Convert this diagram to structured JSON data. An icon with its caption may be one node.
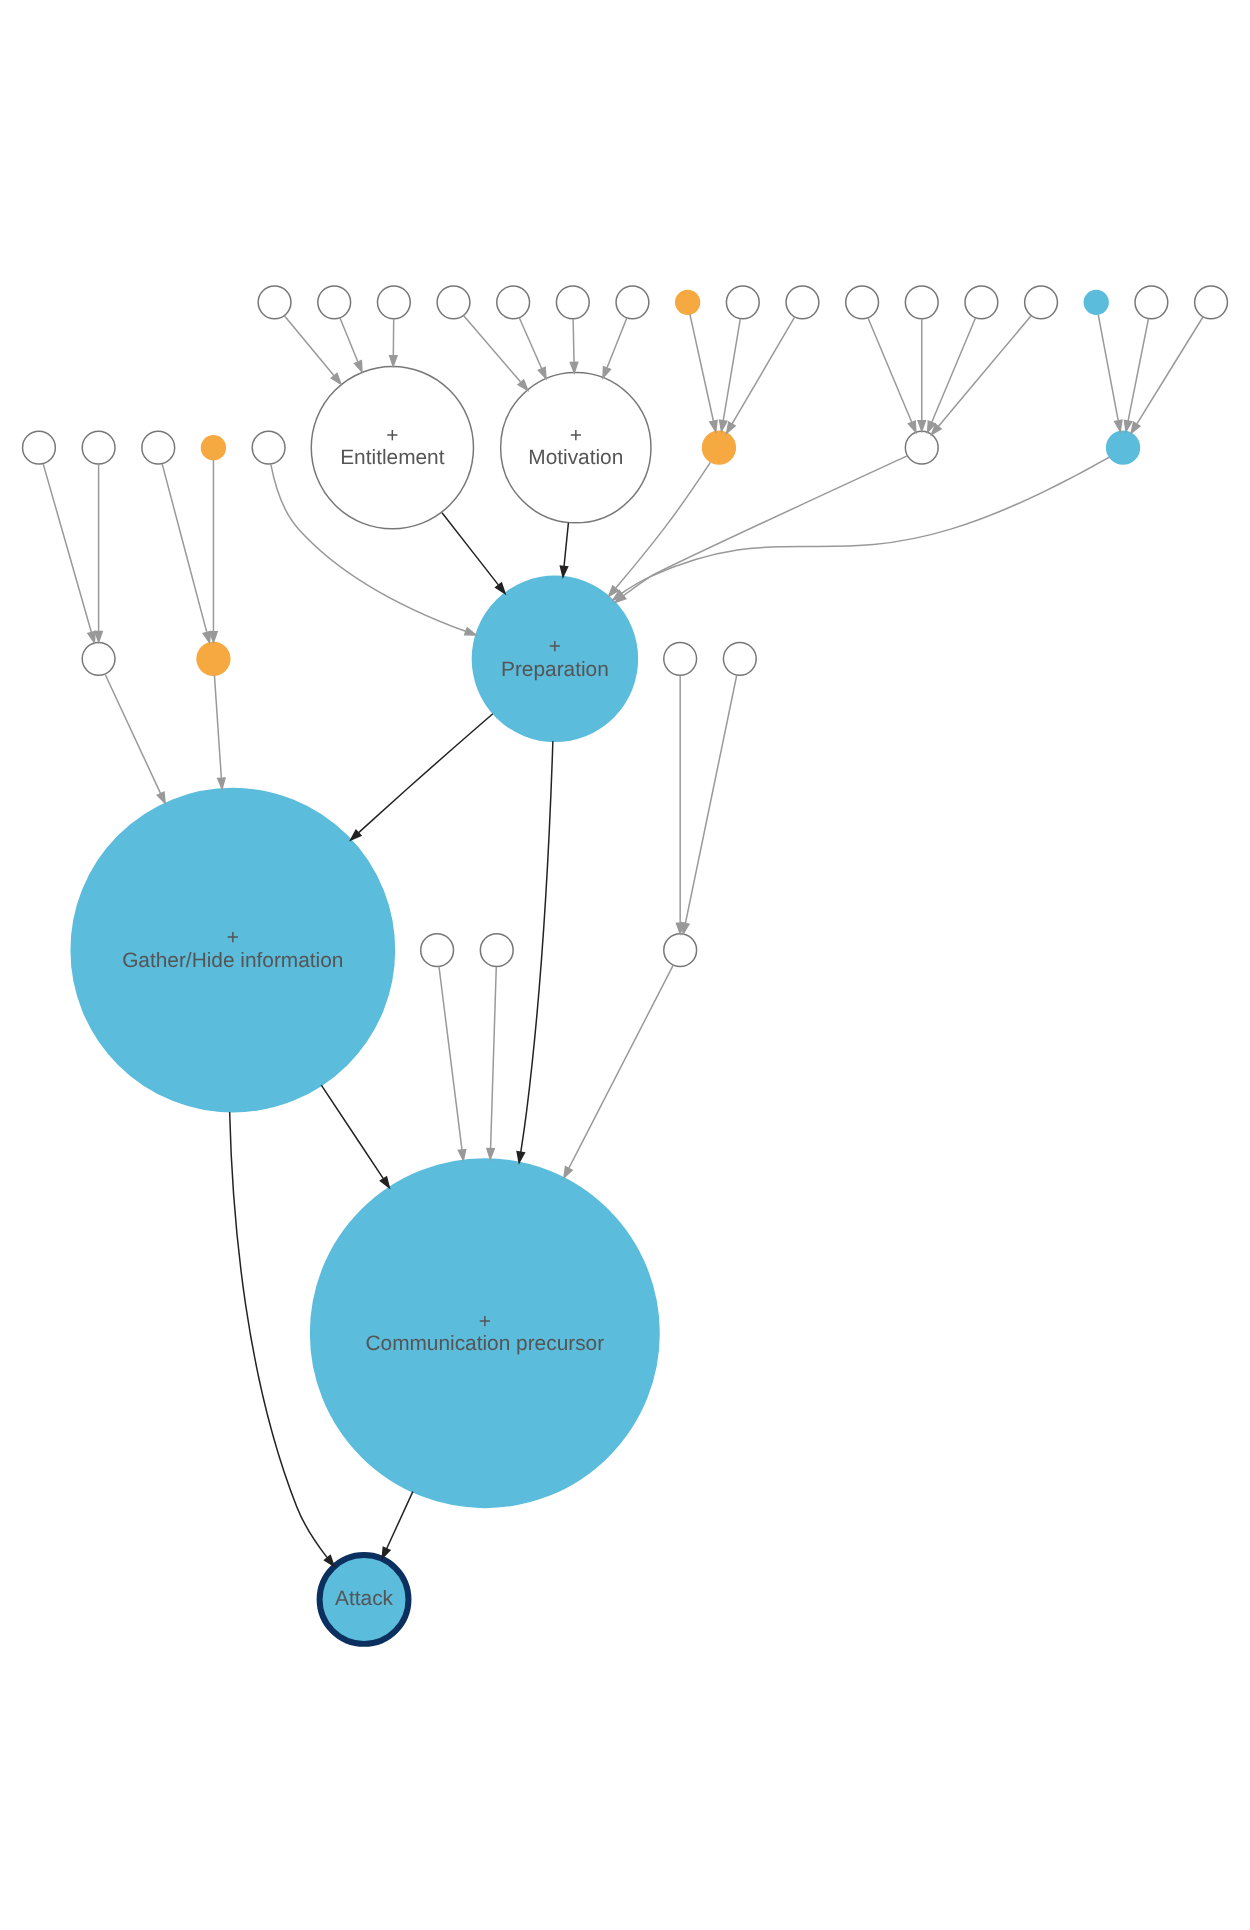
{
  "diagram": {
    "nodes": [
      {
        "text": [
          "+",
          "Entitlement"
        ]
      },
      {
        "text": [
          "+",
          "Motivation"
        ]
      },
      {
        "text": [
          "+",
          "Preparation"
        ]
      },
      {
        "text": [
          "+",
          "Communication precursor"
        ]
      },
      {
        "text": [
          "+",
          "Gather/Hide information"
        ]
      },
      {
        "text": [
          "Attack"
        ]
      },
      {
        "text": [],
        "shape": "circle"
      },
      {
        "text": [],
        "shape": "circle"
      },
      {
        "text": [],
        "shape": "circle"
      },
      {
        "text": [],
        "shape": "circle"
      },
      {
        "text": [],
        "shape": "circle"
      },
      {
        "text": [],
        "shape": "circle"
      },
      {
        "text": [],
        "shape": "circle"
      },
      {
        "text": [],
        "shape": "circle"
      },
      {
        "text": [],
        "shape": "circle"
      },
      {
        "text": [],
        "shape": "circle"
      },
      {
        "text": [],
        "shape": "circle"
      },
      {
        "text": [],
        "shape": "circle"
      },
      {
        "text": [],
        "shape": "circle"
      },
      {
        "text": [],
        "shape": "circle"
      },
      {
        "text": [],
        "shape": "circle"
      },
      {
        "text": [],
        "shape": "circle"
      },
      {
        "text": [],
        "shape": "circle"
      },
      {
        "text": [],
        "shape": "circle"
      },
      {
        "text": [],
        "shape": "circle"
      },
      {
        "text": [],
        "shape": "circle"
      },
      {
        "text": [],
        "shape": "circle"
      },
      {
        "text": [],
        "shape": "circle"
      },
      {
        "text": [],
        "shape": "circle"
      },
      {
        "text": [],
        "shape": "circle"
      },
      {
        "text": [],
        "shape": "circle"
      },
      {
        "text": [],
        "shape": "circle"
      },
      {
        "text": [],
        "shape": "circle"
      },
      {
        "text": [],
        "shape": "circle"
      },
      {
        "text": [],
        "shape": "circle"
      },
      {
        "text": [],
        "shape": "circle"
      },
      {
        "text": [],
        "shape": "circle"
      },
      {
        "text": [],
        "shape": "circle"
      }
    ],
    "edges": [
      {
        "from": 6,
        "to": 0,
        "arrow": "to"
      },
      {
        "from": 7,
        "to": 0,
        "arrow": "to"
      },
      {
        "from": 8,
        "to": 0,
        "arrow": "to"
      },
      {
        "from": 9,
        "to": 1,
        "arrow": "to"
      },
      {
        "from": 10,
        "to": 1,
        "arrow": "to"
      },
      {
        "from": 11,
        "to": 1,
        "arrow": "to"
      },
      {
        "from": 12,
        "to": 1,
        "arrow": "to"
      },
      {
        "from": 0,
        "to": 2,
        "arrow": "to",
        "color": "#222222"
      },
      {
        "from": 1,
        "to": 2,
        "arrow": "to",
        "color": "#222222"
      },
      {
        "from": 14,
        "to": 13,
        "arrow": "to"
      },
      {
        "from": 15,
        "to": 13,
        "arrow": "to"
      },
      {
        "from": 16,
        "to": 13,
        "arrow": "to"
      },
      {
        "from": 13,
        "to": 2,
        "arrow": "to"
      },
      {
        "from": 18,
        "to": 17,
        "arrow": "to"
      },
      {
        "from": 19,
        "to": 17,
        "arrow": "to"
      },
      {
        "from": 20,
        "to": 17,
        "arrow": "to"
      },
      {
        "from": 21,
        "to": 17,
        "arrow": "to"
      },
      {
        "from": 17,
        "to": 2,
        "arrow": "to"
      },
      {
        "from": 23,
        "to": 22,
        "arrow": "to"
      },
      {
        "from": 24,
        "to": 22,
        "arrow": "to"
      },
      {
        "from": 25,
        "to": 22,
        "arrow": "to"
      },
      {
        "from": 22,
        "to": 2,
        "arrow": "to"
      },
      {
        "from": 26,
        "to": 2,
        "arrow": "to"
      },
      {
        "from": 2,
        "to": 3,
        "arrow": "to",
        "color": "#222222"
      },
      {
        "from": 2,
        "to": 4,
        "arrow": "to",
        "color": "#222222"
      },
      {
        "from": 28,
        "to": 27,
        "arrow": "to"
      },
      {
        "from": 29,
        "to": 27,
        "arrow": "to"
      },
      {
        "from": 27,
        "to": 4,
        "arrow": "to"
      },
      {
        "from": 31,
        "to": 30,
        "arrow": "to"
      },
      {
        "from": 32,
        "to": 30,
        "arrow": "to"
      },
      {
        "from": 30,
        "to": 3,
        "arrow": "to"
      },
      {
        "from": 33,
        "to": 3,
        "arrow": "to"
      },
      {
        "from": 34,
        "to": 3,
        "arrow": "to"
      },
      {
        "from": 4,
        "to": 3,
        "arrow": "to",
        "color": "#222222"
      },
      {
        "from": 36,
        "to": 35,
        "arrow": "to"
      },
      {
        "from": 37,
        "to": 35,
        "arrow": "to"
      },
      {
        "from": 35,
        "to": 4,
        "arrow": "to"
      },
      {
        "from": 3,
        "to": 5,
        "arrow": "to",
        "color": "#222222"
      },
      {
        "from": 4,
        "to": 5,
        "arrow": "to",
        "color": "#222222"
      }
    ]
  }
}
